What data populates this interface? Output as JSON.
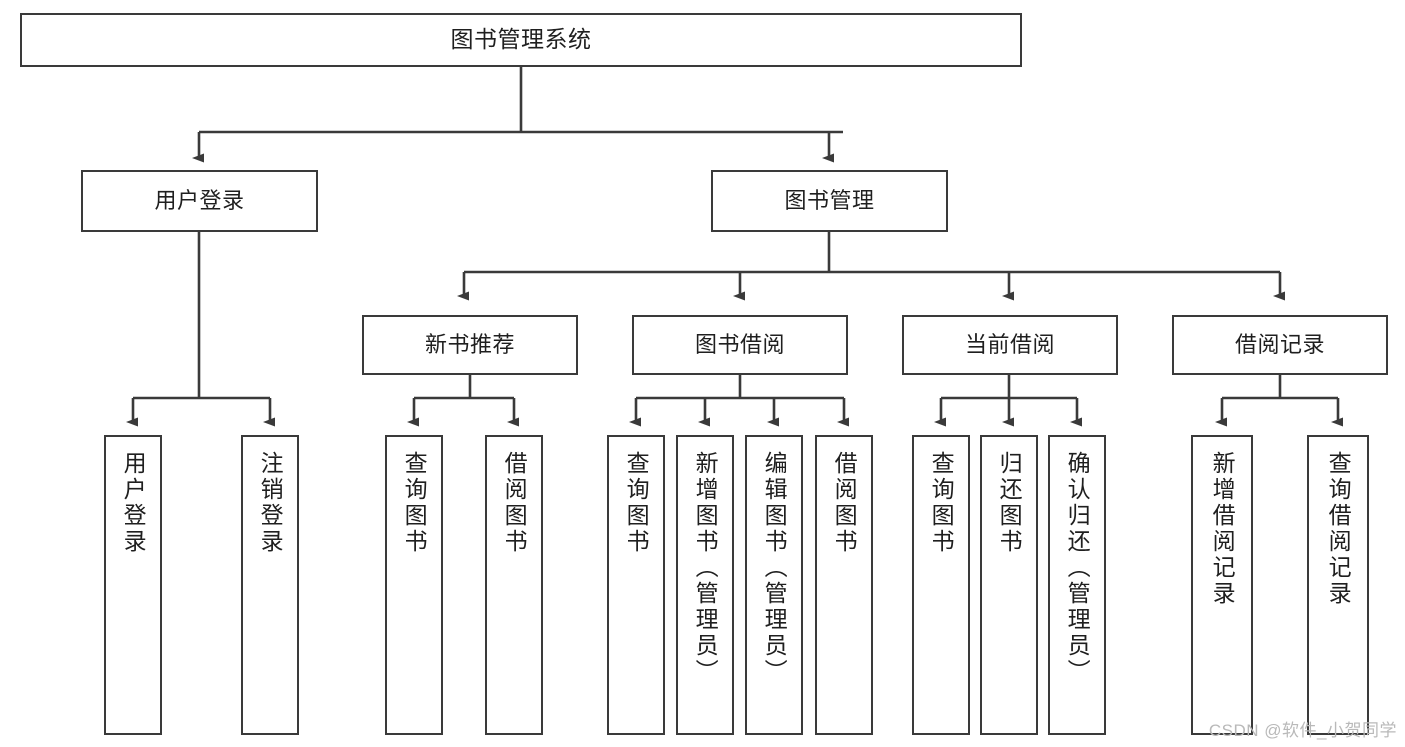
{
  "diagram": {
    "title": "图书管理系统",
    "watermark": "CSDN @软件_小贺同学",
    "colors": {
      "box_border": "#3a3a3a",
      "box_fill": "#ffffff",
      "line": "#3a3a3a",
      "text": "#1f1f1f",
      "watermark": "#b9b9b9"
    },
    "levels": {
      "level1": [
        {
          "id": "root",
          "label": "图书管理系统"
        }
      ],
      "level2": [
        {
          "id": "user-login",
          "label": "用户登录"
        },
        {
          "id": "book-manage",
          "label": "图书管理"
        }
      ],
      "level3": [
        {
          "id": "new-book-rec",
          "label": "新书推荐"
        },
        {
          "id": "book-borrow",
          "label": "图书借阅"
        },
        {
          "id": "current-borrow",
          "label": "当前借阅"
        },
        {
          "id": "borrow-record",
          "label": "借阅记录"
        }
      ],
      "level4": [
        {
          "id": "leaf-user-login",
          "label": "用户登录",
          "parent": "user-login"
        },
        {
          "id": "leaf-logout",
          "label": "注销登录",
          "parent": "user-login"
        },
        {
          "id": "leaf-query-book-1",
          "label": "查询图书",
          "parent": "new-book-rec"
        },
        {
          "id": "leaf-borrow-book-1",
          "label": "借阅图书",
          "parent": "new-book-rec"
        },
        {
          "id": "leaf-query-book-2",
          "label": "查询图书",
          "parent": "book-borrow"
        },
        {
          "id": "leaf-add-book",
          "label": "新增图书（管理员）",
          "parent": "book-borrow"
        },
        {
          "id": "leaf-edit-book",
          "label": "编辑图书（管理员）",
          "parent": "book-borrow"
        },
        {
          "id": "leaf-borrow-book-2",
          "label": "借阅图书",
          "parent": "book-borrow"
        },
        {
          "id": "leaf-query-book-3",
          "label": "查询图书",
          "parent": "current-borrow"
        },
        {
          "id": "leaf-return-book",
          "label": "归还图书",
          "parent": "current-borrow"
        },
        {
          "id": "leaf-confirm-return",
          "label": "确认归还（管理员）",
          "parent": "current-borrow"
        },
        {
          "id": "leaf-add-record",
          "label": "新增借阅记录",
          "parent": "borrow-record"
        },
        {
          "id": "leaf-query-record",
          "label": "查询借阅记录",
          "parent": "borrow-record"
        }
      ]
    }
  }
}
